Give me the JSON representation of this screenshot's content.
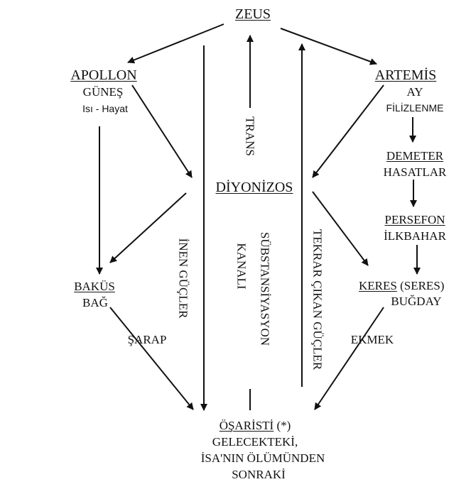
{
  "nodes": {
    "zeus": "ZEUS",
    "apollon": "APOLLON",
    "gunes": "GÜNEŞ",
    "isi_hayat": "Isı - Hayat",
    "artemis": "ARTEMİS",
    "ay": "AY",
    "filizlenme": "FİLİZLENME",
    "demeter": "DEMETER",
    "hasatlar": "HASATLAR",
    "persefon": "PERSEFON",
    "ilkbahar": "İLKBAHAR",
    "diyonizos": "DİYONİZOS",
    "bakus": "BAKÜS",
    "bag": "BAĞ",
    "keres": "KERES",
    "seres": "(SERES)",
    "bugday": "BUĞDAY",
    "osaristi": "ÖŞARİSTİ",
    "asterisk": "(*)",
    "gelecekteki": "GELECEKTEKİ,",
    "isanin": "İSA'NIN ÖLÜMÜNDEN",
    "sonraki": "SONRAKİ"
  },
  "edge_labels": {
    "trans": "TRANS",
    "inen_gucler": "İNEN GÜÇLER",
    "substansiyasyon": "SÜBSTANSİYASYON",
    "kanali": "KANALI",
    "tekrar_cikan": "TEKRAR ÇIKAN GÜÇLER",
    "sarap": "ŞARAP",
    "ekmek": "EKMEK"
  }
}
